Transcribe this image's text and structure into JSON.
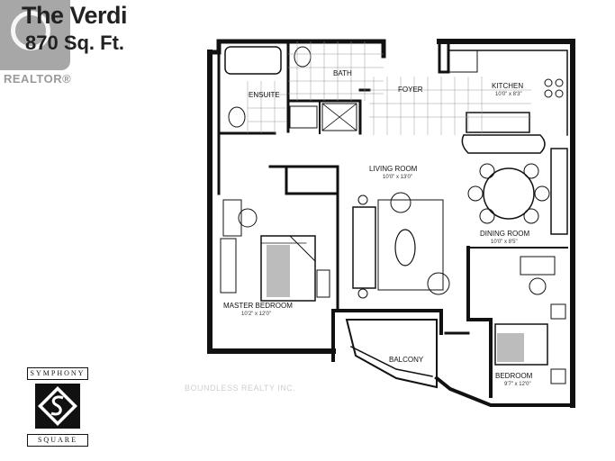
{
  "listing": {
    "title": "The Verdi",
    "area": "870 Sq. Ft."
  },
  "realtor": {
    "badge_icon": "realtor-r-icon",
    "label": "REALTOR®"
  },
  "rooms": {
    "ensuite": "ENSUITE",
    "bath": "BATH",
    "foyer": "FOYER",
    "kitchen": "KITCHEN",
    "kitchen_dim": "10'0\" x 8'3\"",
    "living": "LIVING ROOM",
    "living_dim": "10'0\" x 13'0\"",
    "dining": "DINING ROOM",
    "dining_dim": "10'0\" x 8'5\"",
    "master": "MASTER BEDROOM",
    "master_dim": "10'2\" x 12'0\"",
    "balcony": "BALCONY",
    "bedroom": "BEDROOM",
    "bedroom_dim": "9'7\" x 12'0\""
  },
  "builder_logo": {
    "top": "SYMPHONY",
    "bottom": "SQUARE",
    "icon": "symphony-square-emblem-icon"
  },
  "watermark": "BOUNDLESS REALTY INC."
}
